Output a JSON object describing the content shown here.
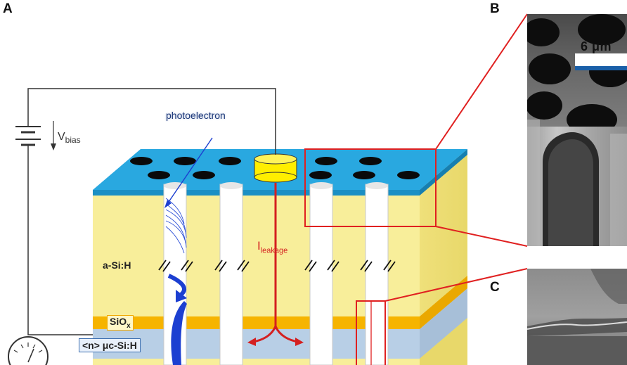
{
  "panels": {
    "a": "A",
    "b": "B",
    "c": "C"
  },
  "labels": {
    "photoelectron": "photoelectron",
    "v_bias_main": "V",
    "v_bias_sub": "bias",
    "a_si_h": "a-Si:H",
    "sio_main": "SiO",
    "sio_sub": "x",
    "n_uc_si_h": "<n> μc-Si:H",
    "i_main": "I",
    "i_sub": "leakage",
    "scale_bar": "6 μm"
  },
  "colors": {
    "top_surface": "#29a8e0",
    "bulk": "#f8ee9a",
    "oxide": "#f6b400",
    "n_layer": "#b8cfe6",
    "electrode": "#ffee00",
    "leakage": "#d42020",
    "photoelectron_arrow": "#1c3fd1",
    "zoom_lines": "#e02020"
  }
}
